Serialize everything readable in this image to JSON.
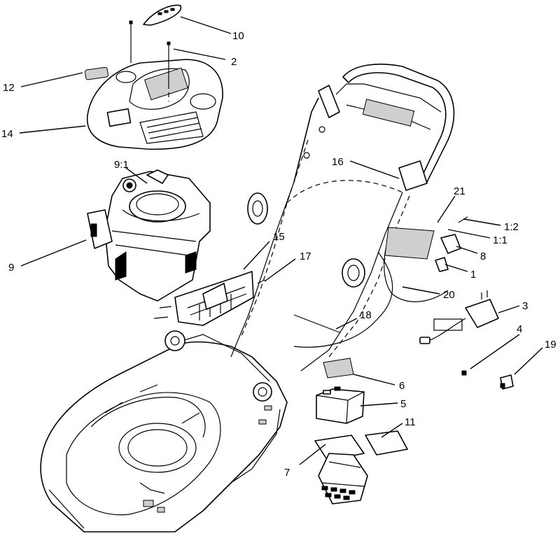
{
  "callouts": {
    "c10": "10",
    "c2": "2",
    "c12": "12",
    "c14": "14",
    "c9_1": "9:1",
    "c9": "9",
    "c16": "16",
    "c21": "21",
    "c1_2": "1:2",
    "c1_1": "1:1",
    "c8": "8",
    "c1": "1",
    "c15": "15",
    "c17": "17",
    "c20": "20",
    "c3": "3",
    "c18": "18",
    "c4": "4",
    "c19": "19",
    "c6": "6",
    "c5": "5",
    "c11": "11",
    "c7": "7"
  },
  "colors": {
    "line": "#000000",
    "background": "#ffffff",
    "shade": "#cfcfcf"
  }
}
